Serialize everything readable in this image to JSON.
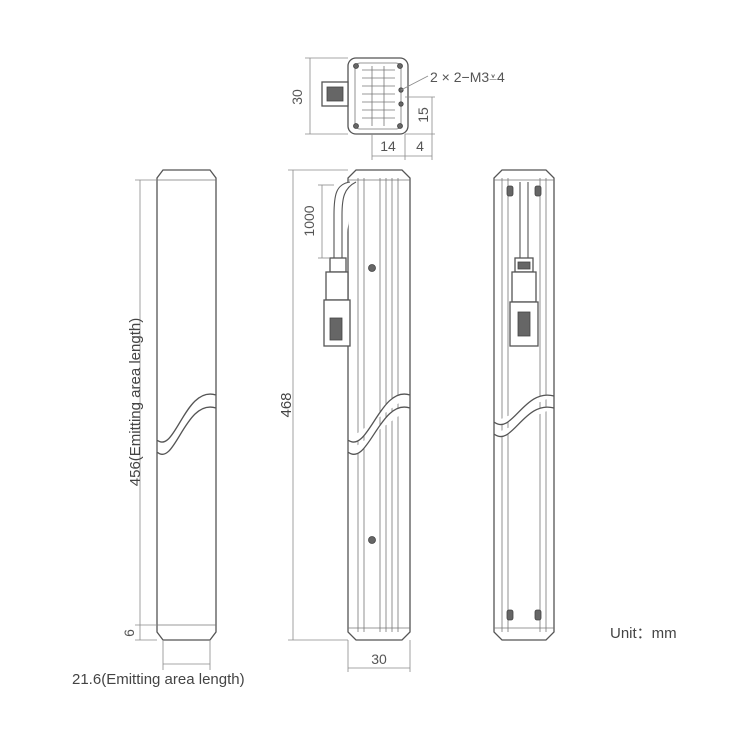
{
  "dimensions": {
    "top_height": "30",
    "thread_note": "2 × 2−M3⩡4",
    "top_side": "15",
    "top_bottom_left": "14",
    "top_bottom_right": "4",
    "cable_length": "1000",
    "total_length": "468",
    "side_width": "30",
    "emitting_length": "456(Emitting area length)",
    "end_gap": "6",
    "emitting_width": "21.6(Emitting area length)"
  },
  "unit_label": "Unit：mm"
}
